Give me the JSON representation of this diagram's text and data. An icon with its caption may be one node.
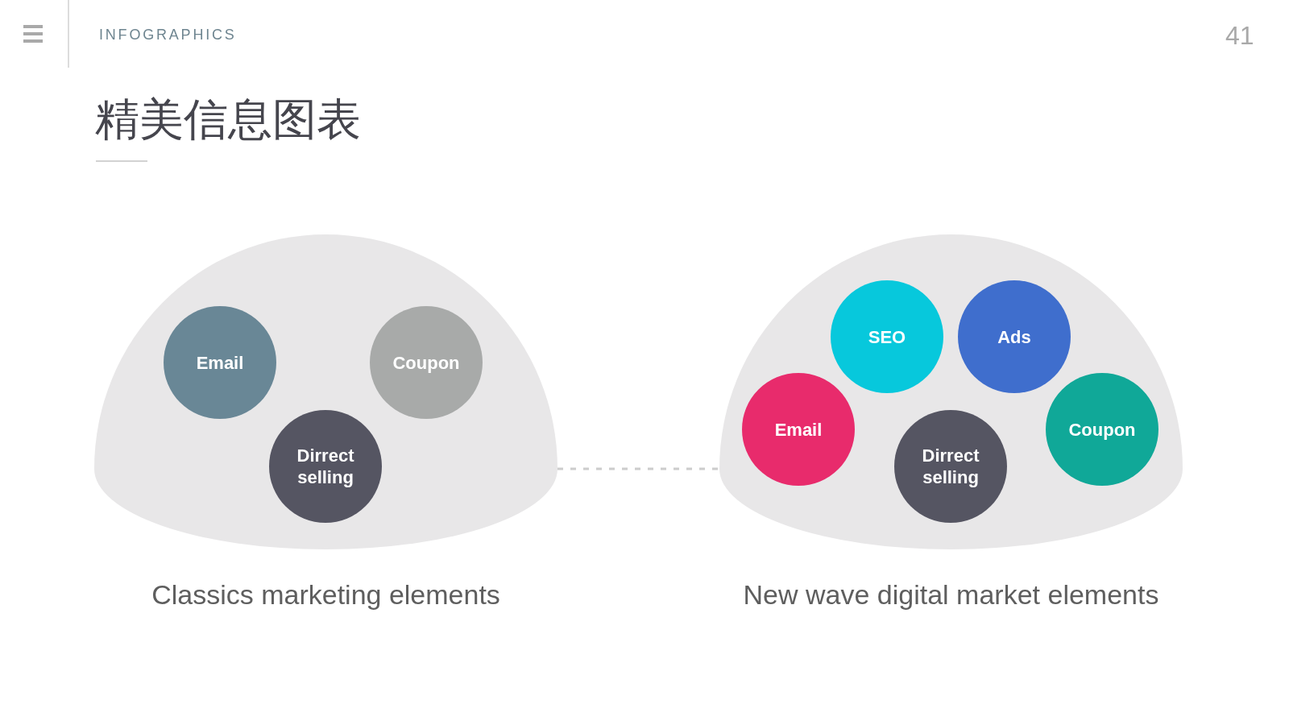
{
  "diagram": {
    "title": "精美信息图表",
    "nodes": [
      {
        "text": [],
        "shape": "dome",
        "beside": [
          "Classics marketing elements"
        ]
      },
      {
        "text": [
          "Email"
        ],
        "in": 0
      },
      {
        "text": [
          "Coupon"
        ],
        "in": 0
      },
      {
        "text": [
          "Dirrect selling"
        ],
        "in": 0
      },
      {
        "text": [],
        "shape": "dome",
        "beside": [
          "New wave digital market elements"
        ]
      },
      {
        "text": [
          "SEO"
        ],
        "in": 4
      },
      {
        "text": [
          "Ads"
        ],
        "in": 4
      },
      {
        "text": [
          "Email"
        ],
        "in": 4
      },
      {
        "text": [
          "Dirrect selling"
        ],
        "in": 4
      },
      {
        "text": [
          "Coupon"
        ],
        "in": 4
      }
    ],
    "edges": [
      {
        "from": 0,
        "to": 4,
        "arrow": "none",
        "style": "dashed"
      }
    ],
    "labels": [
      "INFOGRAPHICS",
      "41"
    ]
  }
}
